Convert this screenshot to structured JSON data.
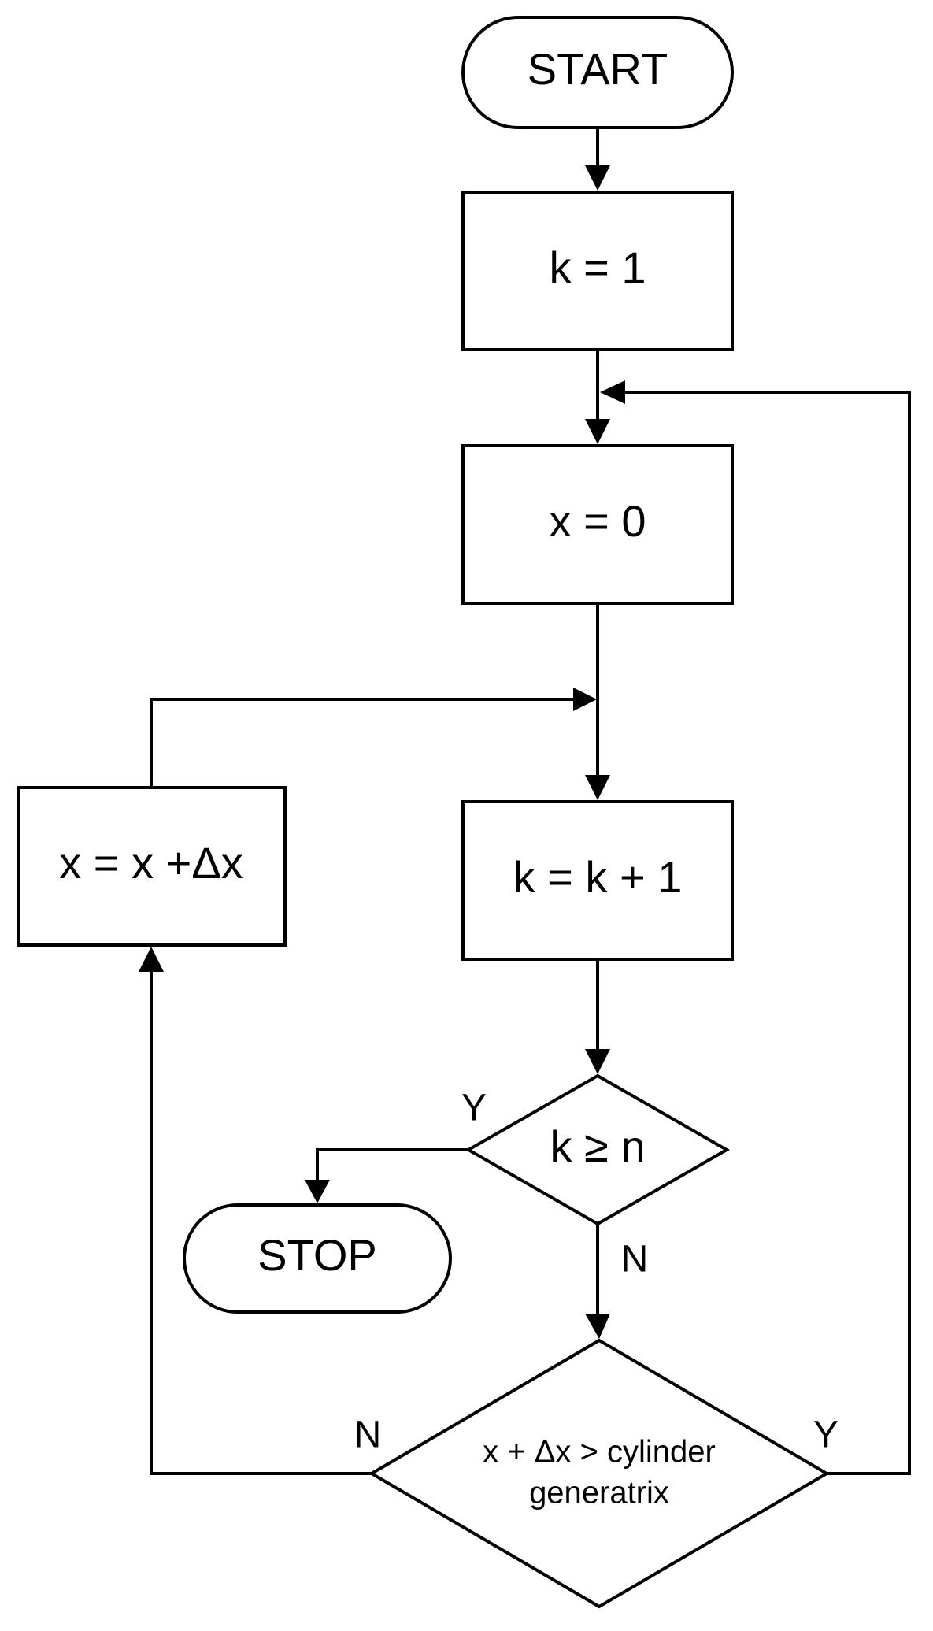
{
  "nodes": {
    "start": "START",
    "init_k": "k = 1",
    "init_x": "x = 0",
    "increment_x": "x = x +Δx",
    "increment_k": "k = k + 1",
    "check_k": "k ≥ n",
    "stop": "STOP",
    "check_x_line1": "x + Δx > cylinder",
    "check_x_line2": "generatrix"
  },
  "edge_labels": {
    "check_k_yes": "Y",
    "check_k_no": "N",
    "check_x_no": "N",
    "check_x_yes": "Y"
  }
}
